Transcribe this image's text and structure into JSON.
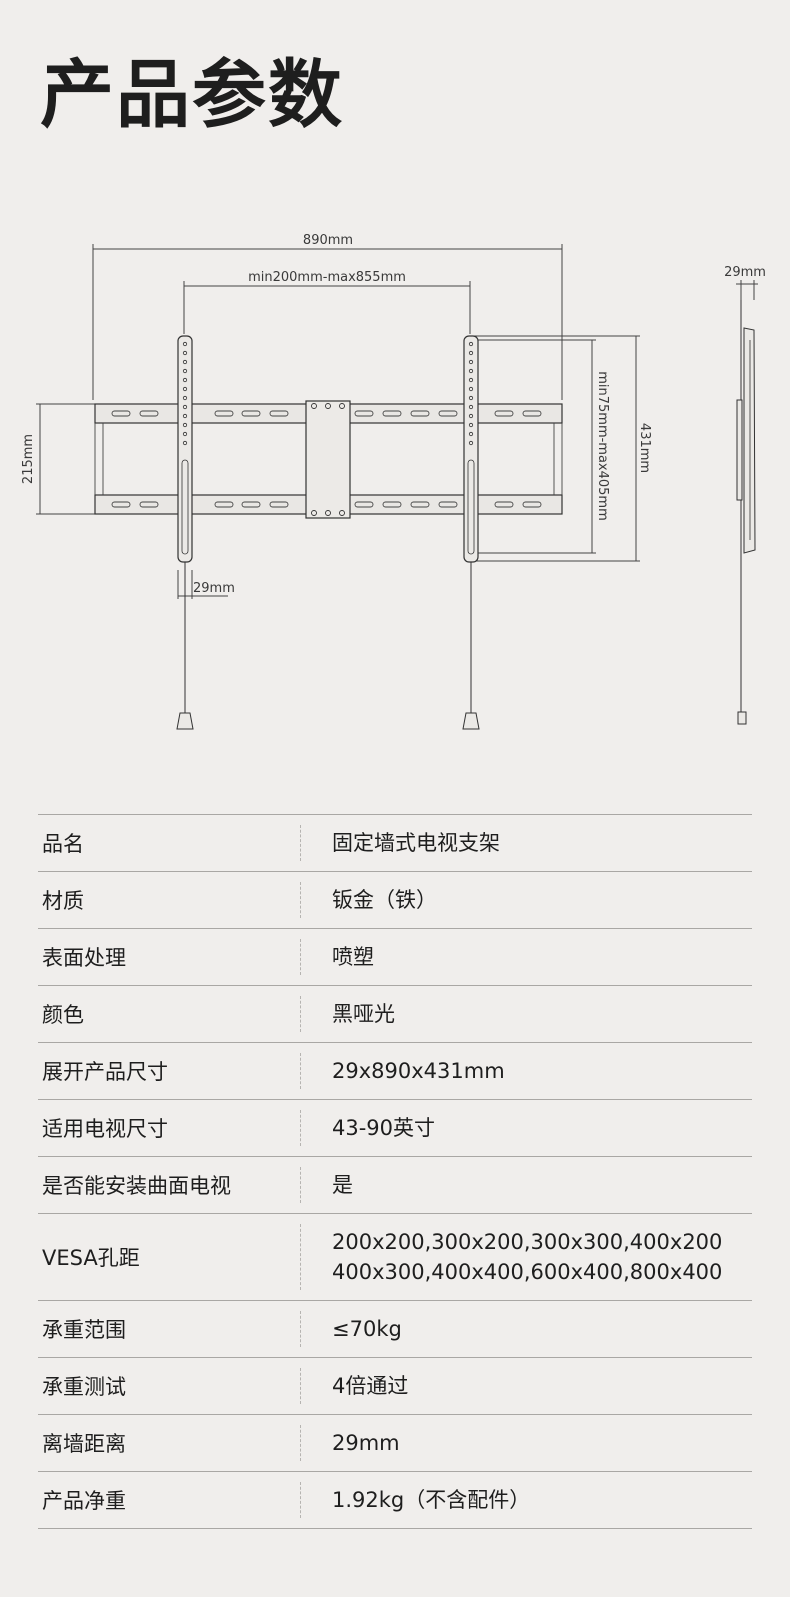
{
  "page": {
    "title": "产品参数"
  },
  "diagram": {
    "labels": {
      "total_width": "890mm",
      "vesa_horizontal": "min200mm-max855mm",
      "plate_height": "215mm",
      "vesa_vertical": "min75mm-max405mm",
      "total_height": "431mm",
      "arm_width": "29mm",
      "side_depth": "29mm"
    }
  },
  "specs": {
    "rows": [
      {
        "label": "品名",
        "value": "固定墙式电视支架"
      },
      {
        "label": "材质",
        "value": "钣金（铁）"
      },
      {
        "label": "表面处理",
        "value": "喷塑"
      },
      {
        "label": "颜色",
        "value": "黑哑光"
      },
      {
        "label": "展开产品尺寸",
        "value": "29x890x431mm"
      },
      {
        "label": "适用电视尺寸",
        "value": "43-90英寸"
      },
      {
        "label": "是否能安装曲面电视",
        "value": "是"
      },
      {
        "label": "VESA孔距",
        "value_lines": [
          "200x200,300x200,300x300,400x200",
          "400x300,400x400,600x400,800x400"
        ]
      },
      {
        "label": "承重范围",
        "value": "≤70kg"
      },
      {
        "label": "承重测试",
        "value": "4倍通过"
      },
      {
        "label": "离墙距离",
        "value": "29mm"
      },
      {
        "label": "产品净重",
        "value": "1.92kg（不含配件）"
      }
    ]
  }
}
